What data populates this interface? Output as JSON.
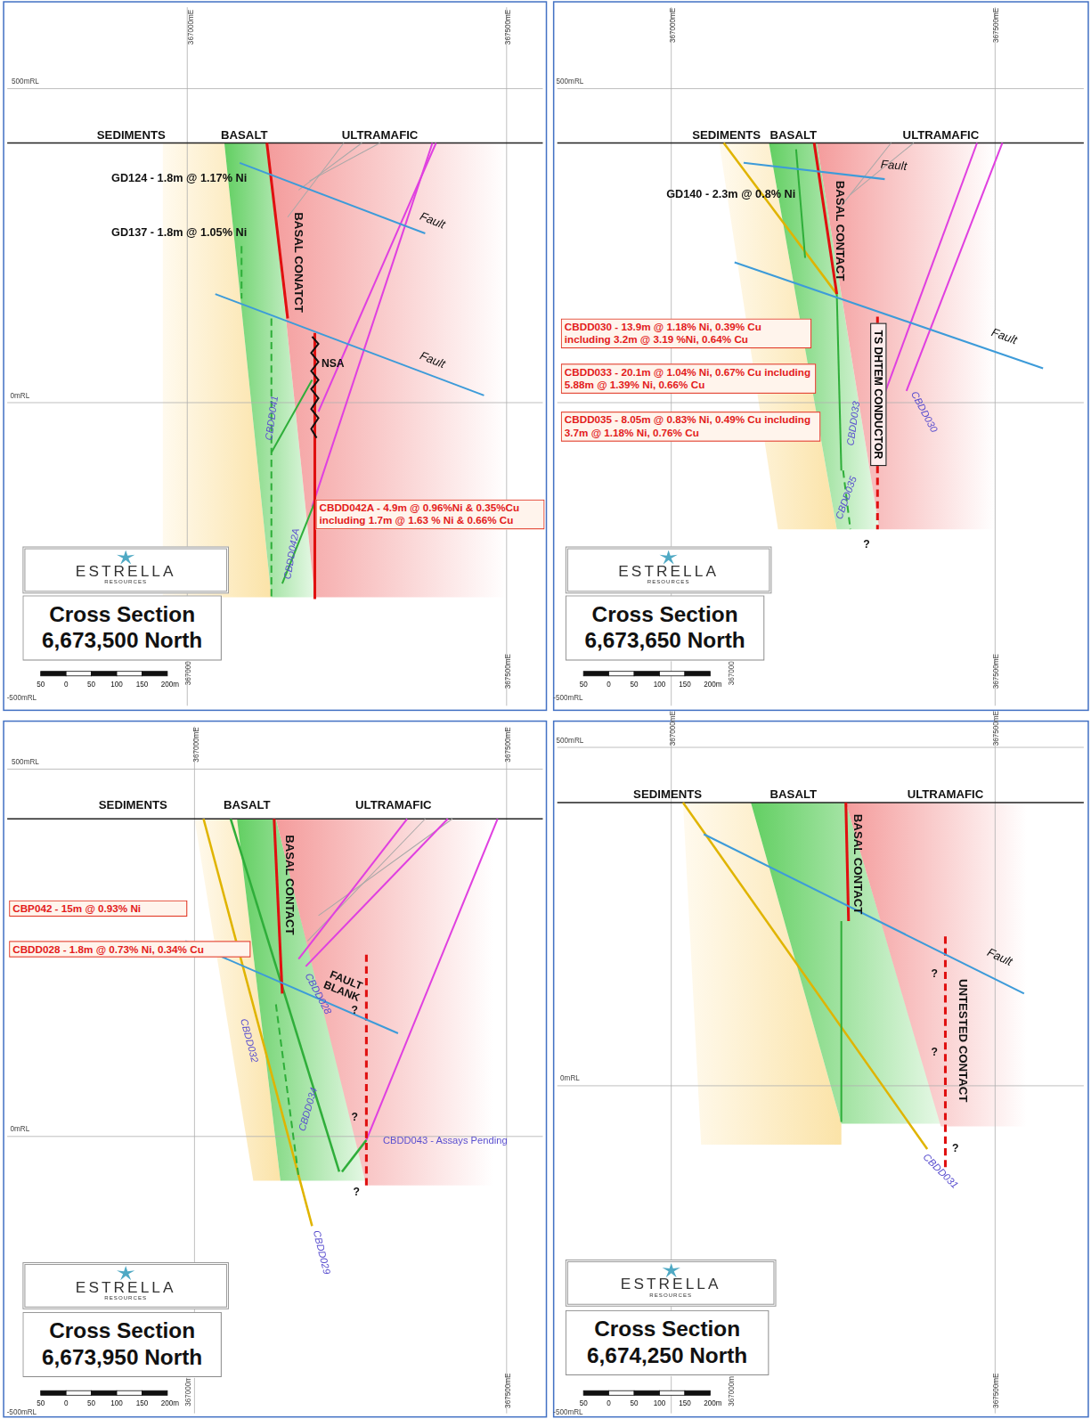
{
  "diagram": {
    "nodes": [
      {
        "text": [
          "CBDD042A - 4.9m @ 0.96%Ni & 0.35%Cu including 1.7m @ 1.63 % Ni & 0.66% Cu"
        ]
      },
      {
        "text": [
          "ESTRELLA",
          "RESOURCES"
        ]
      },
      {
        "text": [
          "Cross Section 6,673,500 North"
        ]
      },
      {
        "text": [
          "CBDD030 - 13.9m @ 1.18% Ni, 0.39% Cu including 3.2m @ 3.19 %Ni, 0.64% Cu"
        ]
      },
      {
        "text": [
          "CBDD033 - 20.1m @ 1.04% Ni, 0.67% Cu including 5.88m @ 1.39% Ni, 0.66% Cu"
        ]
      },
      {
        "text": [
          "CBDD035 - 8.05m @ 0.83% Ni, 0.49% Cu including 3.7m @ 1.18% Ni, 0.76% Cu"
        ]
      },
      {
        "text": [
          "TS DHTEM CONDUCTOR"
        ]
      },
      {
        "text": [
          "ESTRELLA",
          "RESOURCES"
        ]
      },
      {
        "text": [
          "Cross Section 6,673,650 North"
        ]
      },
      {
        "text": [
          "CBP042 - 15m @ 0.93% Ni"
        ]
      },
      {
        "text": [
          "CBDD028 - 1.8m @ 0.73% Ni, 0.34% Cu"
        ]
      },
      {
        "text": [
          "ESTRELLA",
          "RESOURCES"
        ]
      },
      {
        "text": [
          "Cross Section 6,673,950 North"
        ]
      },
      {
        "text": [
          "ESTRELLA",
          "RESOURCES"
        ]
      },
      {
        "text": [
          "Cross Section 6,674,250 North"
        ]
      }
    ],
    "labels": [
      "500mRL",
      "367000mE",
      "367500mE",
      "0mRL",
      "SEDIMENTS",
      "BASALT",
      "ULTRAMAFIC",
      "GD124 - 1.8m @ 1.17% Ni",
      "GD137 - 1.8m @ 1.05% Ni",
      "BASAL CONATCT",
      "Fault",
      "Fault",
      "NSA",
      "CBDD041",
      "CBDD042A",
      "50",
      "0",
      "50",
      "100",
      "150",
      "200m",
      "367000mE",
      "-500mRL",
      "367500mE",
      "500mRL",
      "367000mE",
      "367500mE",
      "SEDIMENTS",
      "BASALT",
      "ULTRAMAFIC",
      "Fault",
      "GD140 - 2.3m @ 0.8% Ni",
      "BASAL CONTACT",
      "Fault",
      "CBDD033",
      "CBDD030",
      "CBDD035",
      "?",
      "50",
      "0",
      "50",
      "100",
      "150",
      "200m",
      "367000mE",
      "-500mRL",
      "367500mE",
      "500mRL",
      "367000mE",
      "367500mE",
      "SEDIMENTS",
      "BASALT",
      "ULTRAMAFIC",
      "BASAL CONTACT",
      "FAULT BLANK",
      "CBDD028",
      "CBDD032",
      "CBDD034",
      "CBDD029",
      "CBDD043 - Assays Pending",
      "?",
      "?",
      "?",
      "0mRL",
      "50",
      "0",
      "50",
      "100",
      "150",
      "200m",
      "367000mE",
      "-500mRL",
      "367500mE",
      "500mRL",
      "367000mE",
      "367500mE",
      "SEDIMENTS",
      "BASALT",
      "ULTRAMAFIC",
      "BASAL CONTACT",
      "Fault",
      "UNTESTED CONTACT",
      "?",
      "?",
      "?",
      "CBDD031",
      "0mRL",
      "50",
      "0",
      "50",
      "100",
      "150",
      "200m",
      "367000mE",
      "-500mRL",
      "367500mE"
    ]
  }
}
